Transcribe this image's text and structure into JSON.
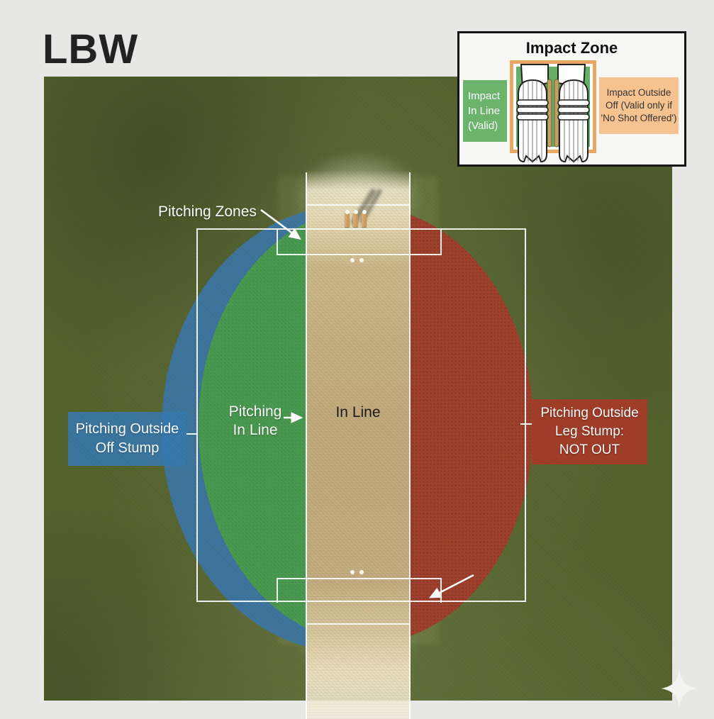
{
  "page": {
    "title": "LBW",
    "background": "#e7e7e5"
  },
  "inset": {
    "title": "Impact Zone",
    "left_label": [
      "Impact",
      "In Line",
      "(Valid)"
    ],
    "right_label": [
      "Impact Outside",
      "Off (Valid only if",
      "'No Shot Offered')"
    ],
    "left_label_bg": "#6cb46c",
    "right_label_bg": "#f6c290",
    "icon": "batting-pads-and-stumps"
  },
  "labels": {
    "pitching_zones": "Pitching Zones",
    "pitching_in_line": [
      "Pitching",
      "In Line"
    ],
    "in_line": "In Line"
  },
  "badges": {
    "outside_off": [
      "Pitching Outside",
      "Off Stump"
    ],
    "outside_leg": [
      "Pitching Outside",
      "Leg Stump:",
      "NOT OUT"
    ]
  },
  "colors": {
    "field_green": "#55632e",
    "pitch_tan": "#c3ab7c",
    "in_line_zone_green": "#4a9a50",
    "outside_off_zone_blue": "#3c76a6",
    "outside_leg_zone_red": "#a0412d",
    "badge_off_blue": "#387ab1",
    "badge_leg_red": "#a73b29",
    "line_white": "#ffffff"
  },
  "decor": {
    "sparkle": "four-point-sparkle"
  }
}
